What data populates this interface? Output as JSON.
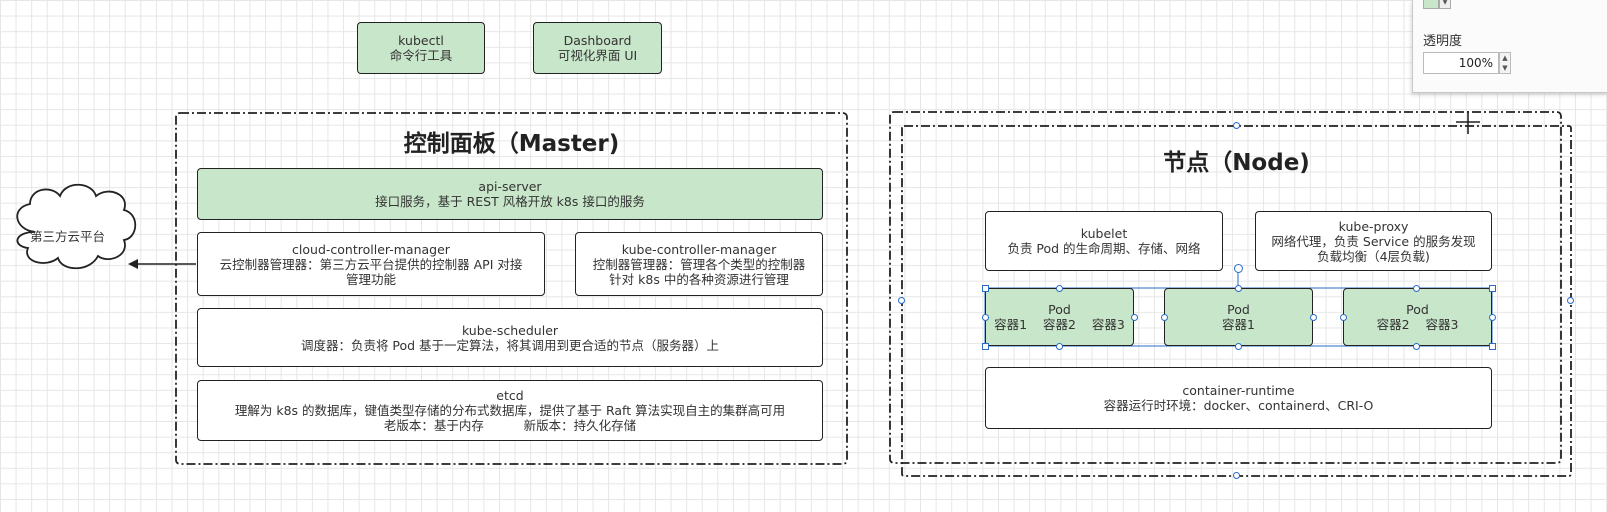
{
  "top_tools": {
    "kubectl": {
      "name": "kubectl",
      "desc": "命令行工具"
    },
    "dashboard": {
      "name": "Dashboard",
      "desc": "可视化界面 UI"
    }
  },
  "master": {
    "title": "控制面板（Master)",
    "api_server": {
      "name": "api-server",
      "desc": "接口服务，基于 REST 风格开放 k8s 接口的服务"
    },
    "ccm": {
      "name": "cloud-controller-manager",
      "desc1": "云控制器管理器：第三方云平台提供的控制器 API 对接",
      "desc2": "管理功能"
    },
    "kcm": {
      "name": "kube-controller-manager",
      "desc1": "控制器管理器：管理各个类型的控制器",
      "desc2": "针对 k8s 中的各种资源进行管理"
    },
    "scheduler": {
      "name": "kube-scheduler",
      "desc": "调度器：负责将 Pod 基于一定算法，将其调用到更合适的节点（服务器）上"
    },
    "etcd": {
      "name": "etcd",
      "desc1": "理解为 k8s 的数据库，键值类型存储的分布式数据库，提供了基于 Raft 算法实现自主的集群高可用",
      "desc2": "老版本：基于内存          新版本：持久化存储"
    }
  },
  "cloud": {
    "label": "第三方云平台"
  },
  "node": {
    "title": "节点（Node)",
    "kubelet": {
      "name": "kubelet",
      "desc": "负责 Pod 的生命周期、存储、网络"
    },
    "kube_proxy": {
      "name": "kube-proxy",
      "desc1": "网络代理，负责 Service 的服务发现",
      "desc2": "负载均衡（4层负载)"
    },
    "pods": [
      {
        "name": "Pod",
        "containers": "容器1    容器2    容器3"
      },
      {
        "name": "Pod",
        "containers": "容器1"
      },
      {
        "name": "Pod",
        "containers": "容器2    容器3"
      }
    ],
    "runtime": {
      "name": "container-runtime",
      "desc": "容器运行时环境：docker、containerd、CRI-O"
    }
  },
  "format_panel": {
    "opacity_label": "透明度",
    "opacity_value": "100%"
  },
  "colors": {
    "fill_green": "#c8e6c9",
    "border": "#222222",
    "selection": "#2a6cc6"
  }
}
